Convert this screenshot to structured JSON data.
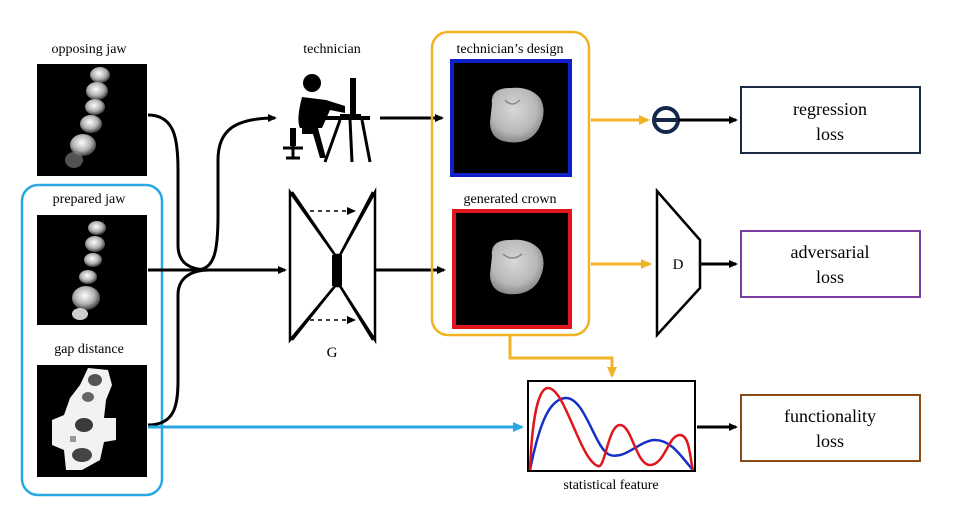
{
  "inputs": {
    "opposing_jaw": "opposing jaw",
    "prepared_jaw": "prepared jaw",
    "gap_distance": "gap distance"
  },
  "technician": "technician",
  "generator": "G",
  "discriminator": "D",
  "outputs": {
    "technicians_design": "technician’s design",
    "generated_crown": "generated crown"
  },
  "statistical_feature": "statistical feature",
  "losses": {
    "regression": [
      "regression",
      "loss"
    ],
    "adversarial": [
      "adversarial",
      "loss"
    ],
    "functionality": [
      "functionality",
      "loss"
    ]
  },
  "colors": {
    "group_inputs": "#29a8e0",
    "group_outputs": "#f0b323",
    "design_frame": "#1020c8",
    "generated_frame": "#e0161c",
    "regression_box": "#1a2a44",
    "adversarial_box": "#7a3fa0",
    "functionality_box": "#8a4a14",
    "blue_arrow": "#29a8e0",
    "subtract_node": "#13294b"
  },
  "icons": [
    "technician-at-computer-icon",
    "subtract-node-icon"
  ]
}
